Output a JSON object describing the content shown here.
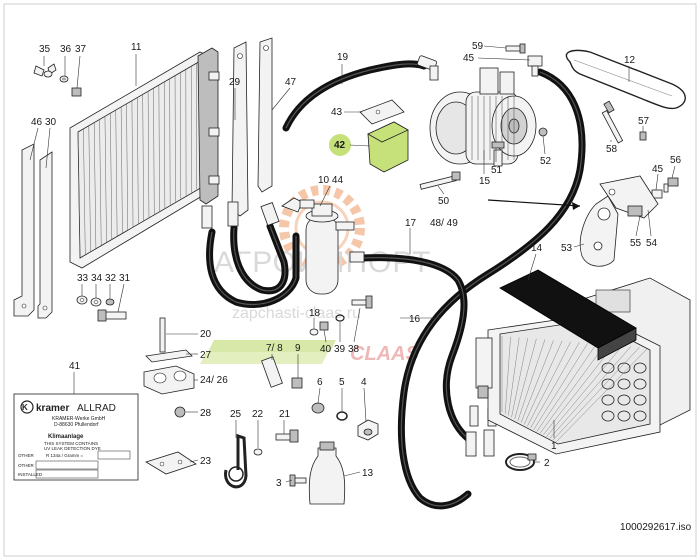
{
  "diagram": {
    "callouts": {
      "c35": "35",
      "c36": "36",
      "c37": "37",
      "c11": "11",
      "c19": "19",
      "c59": "59",
      "c45a": "45",
      "c12": "12",
      "c29": "29",
      "c47": "47",
      "c43": "43",
      "c42": "42",
      "c46": "46",
      "c30": "30",
      "c10_44": "10 44",
      "c51": "51",
      "c15": "15",
      "c52": "52",
      "c58": "58",
      "c57": "57",
      "c50": "50",
      "c56": "56",
      "c45b": "45",
      "c48_49": "48/ 49",
      "c17": "17",
      "c55": "55",
      "c54": "54",
      "c53": "53",
      "c14": "14",
      "c33": "33",
      "c34": "34",
      "c32": "32",
      "c31": "31",
      "c18": "18",
      "c16": "16",
      "c20": "20",
      "c27": "27",
      "c7_8": "7/ 8",
      "c9": "9",
      "c40": "40",
      "c39": "39",
      "c38": "38",
      "c24_26": "24/ 26",
      "c41": "41",
      "c6": "6",
      "c5": "5",
      "c4": "4",
      "c28": "28",
      "c1": "1",
      "c25": "25",
      "c22": "22",
      "c21": "21",
      "c2": "2",
      "c23": "23",
      "c3": "3",
      "c13": "13"
    },
    "drawing_number": "1000292617.iso",
    "highlight_color": "#c6e07a",
    "watermark": {
      "line1": "АГРОИМПОРТ",
      "line2": "zapchasti-claas.ru",
      "brand": "CLAAS"
    },
    "label_plate": {
      "brand_bold": "kramer",
      "brand_light": "ALLRAD",
      "maker": "KRAMER-Werke GmbH",
      "city": "D-88630 Pfullendorf",
      "title": "Klimaanlage",
      "line1": "THIS SYSTEM CONTAINS",
      "line2": "UV LEAK DETECTION DYE",
      "row_other_label": "OTHER",
      "row_refrigerant": "R 134a / Gramm =",
      "row_lubricant_label": "OTHER",
      "row_installed_label": "INSTALLED"
    }
  }
}
